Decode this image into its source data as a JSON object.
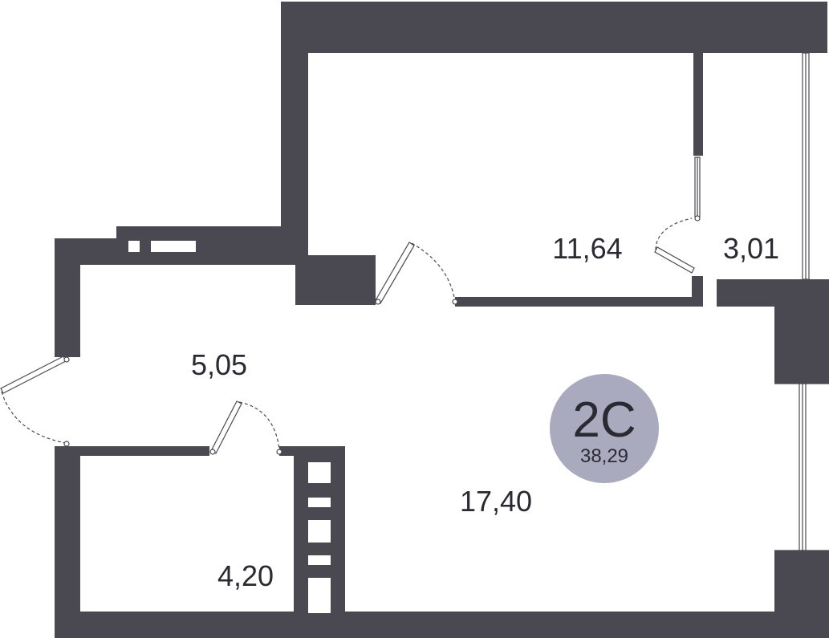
{
  "plan": {
    "wall_color": "#4a4851",
    "badge_color": "#a9aabd",
    "rooms": [
      {
        "area": "11,64"
      },
      {
        "area": "3,01"
      },
      {
        "area": "5,05"
      },
      {
        "area": "17,40"
      },
      {
        "area": "4,20"
      }
    ],
    "badge": {
      "type": "2С",
      "total_area": "38,29"
    }
  }
}
